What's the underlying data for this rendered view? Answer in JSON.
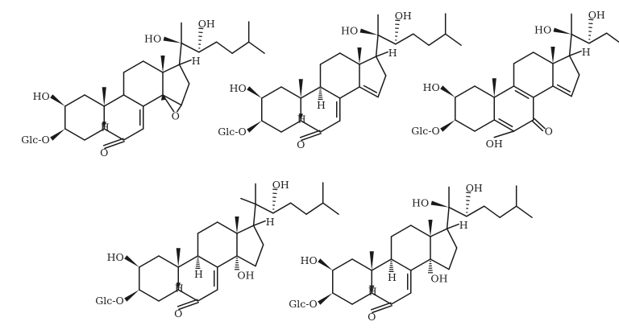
{
  "figure": {
    "labels": {
      "hydroxyl": "OH",
      "hydroxyl_left": "HO",
      "glucoside": "Glc-O",
      "hydrogen": "H",
      "oxygen": "O"
    },
    "compounds": [
      {
        "id": 1,
        "features": [
          "2-OH",
          "3-O-Glc",
          "5β-H",
          "6-oxo",
          "7-ene",
          "14,15-epoxide",
          "20,22-diol",
          "26-methyl side chain"
        ]
      },
      {
        "id": 2,
        "features": [
          "2-OH",
          "3-O-Glc",
          "5β-H",
          "6-oxo",
          "7-ene",
          "9α-H",
          "14-ene",
          "20,22-diol"
        ]
      },
      {
        "id": 3,
        "features": [
          "2-OH",
          "3-O-Glc",
          "5-en-6-ol",
          "7-oxo",
          "8(9)-ene",
          "14-ene",
          "20,22-diol"
        ]
      },
      {
        "id": 4,
        "features": [
          "2-OH",
          "3-O-Glc",
          "5β-H",
          "6-oxo",
          "7-ene",
          "9α-H",
          "14α-OH",
          "17α-H",
          "22-OH"
        ]
      },
      {
        "id": 5,
        "features": [
          "2-OH",
          "3-O-Glc",
          "5α-H",
          "6-oxo",
          "7-ene",
          "9α-H",
          "14α-OH",
          "20,22-diol"
        ]
      }
    ]
  }
}
